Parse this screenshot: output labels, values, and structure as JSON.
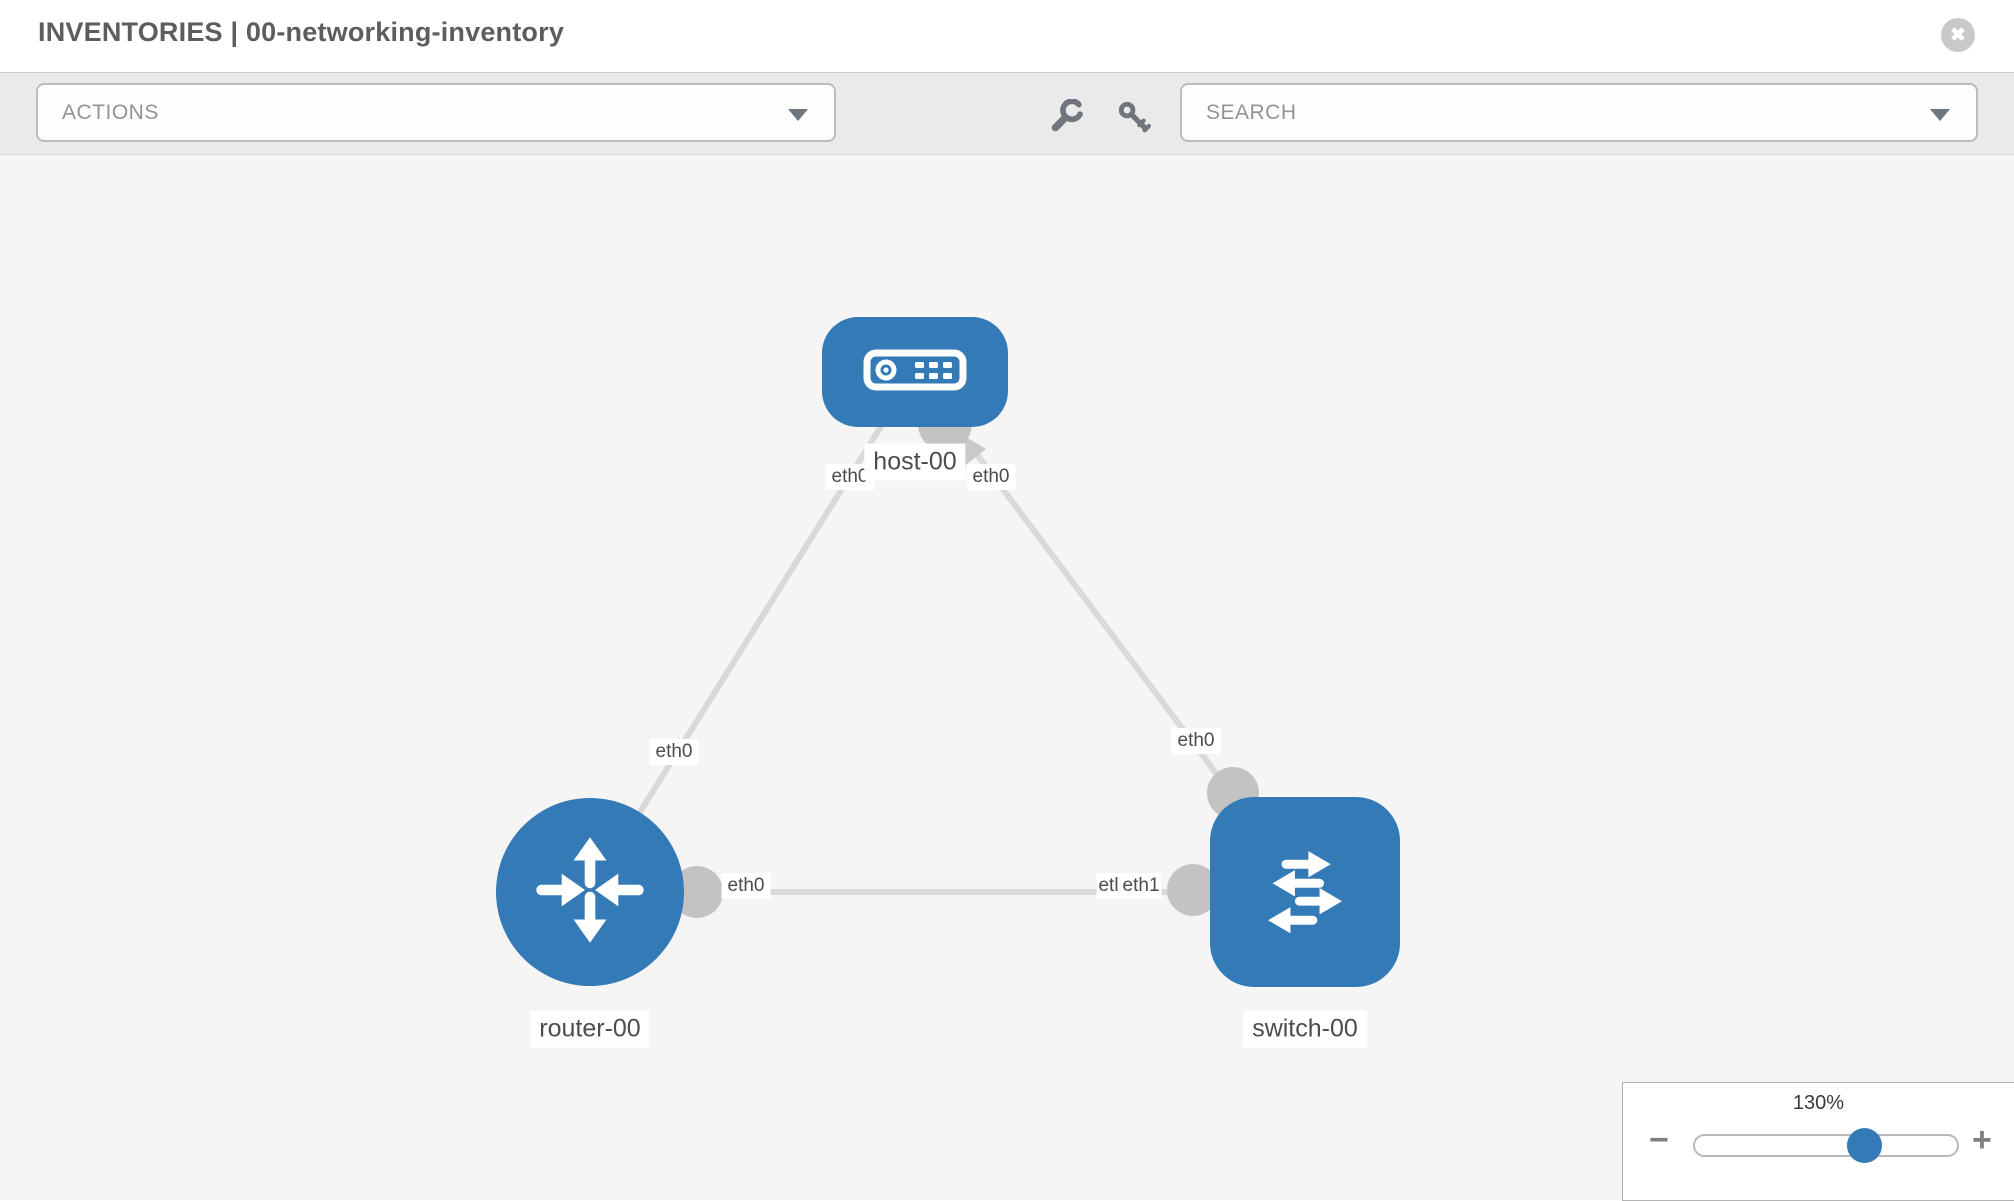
{
  "header": {
    "title": "INVENTORIES | 00-networking-inventory",
    "close_glyph": "✖"
  },
  "toolbar": {
    "actions_label": "ACTIONS",
    "search_placeholder": "SEARCH"
  },
  "topology": {
    "nodes": [
      {
        "label": "host-00",
        "type": "host"
      },
      {
        "label": "router-00",
        "type": "router"
      },
      {
        "label": "switch-00",
        "type": "switch"
      }
    ],
    "links": [
      {
        "from": "host-00",
        "to": "router-00"
      },
      {
        "from": "host-00",
        "to": "switch-00"
      },
      {
        "from": "router-00",
        "to": "switch-00"
      }
    ],
    "interface_labels": {
      "host_left": "eth0",
      "host_right": "eth0",
      "host_router_link": "eth0",
      "host_switch_link": "eth0",
      "router_switch_router_end": "eth0",
      "router_switch_switch_end_fragment": "etl",
      "router_switch_switch_end": "eth1"
    }
  },
  "zoom_control": {
    "value": "130%",
    "zoom_out_glyph": "−",
    "zoom_in_glyph": "+"
  },
  "colors": {
    "node_blue": "#337ab7",
    "link_gray": "#d9d9d9",
    "connector_gray": "#c3c3c3",
    "toolbar_bg": "#eaeaea",
    "canvas_bg": "#f5f5f6"
  }
}
